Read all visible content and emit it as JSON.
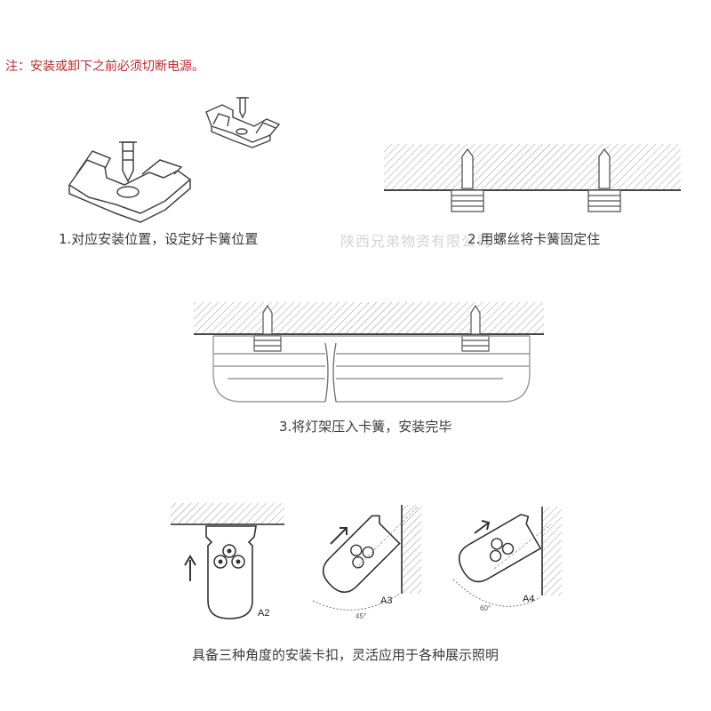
{
  "note": "注：安装或卸下之前必须切断电源。",
  "watermark": "陕西兄弟物资有限公司",
  "steps": [
    {
      "label": "1.对应安装位置，设定好卡簧位置"
    },
    {
      "label": "2.用螺丝将卡簧固定住"
    },
    {
      "label": "3.将灯架压入卡簧，安装完毕"
    }
  ],
  "angles": {
    "caption": "具备三种角度的安装卡扣，灵活应用于各种展示照明",
    "a2": "A2",
    "a3": "A3",
    "a4": "A4",
    "a3_angle": "45°",
    "a4_angle": "60°"
  },
  "colors": {
    "note": "#c0282a",
    "line": "#444444",
    "hatch": "#9a9a9a"
  }
}
